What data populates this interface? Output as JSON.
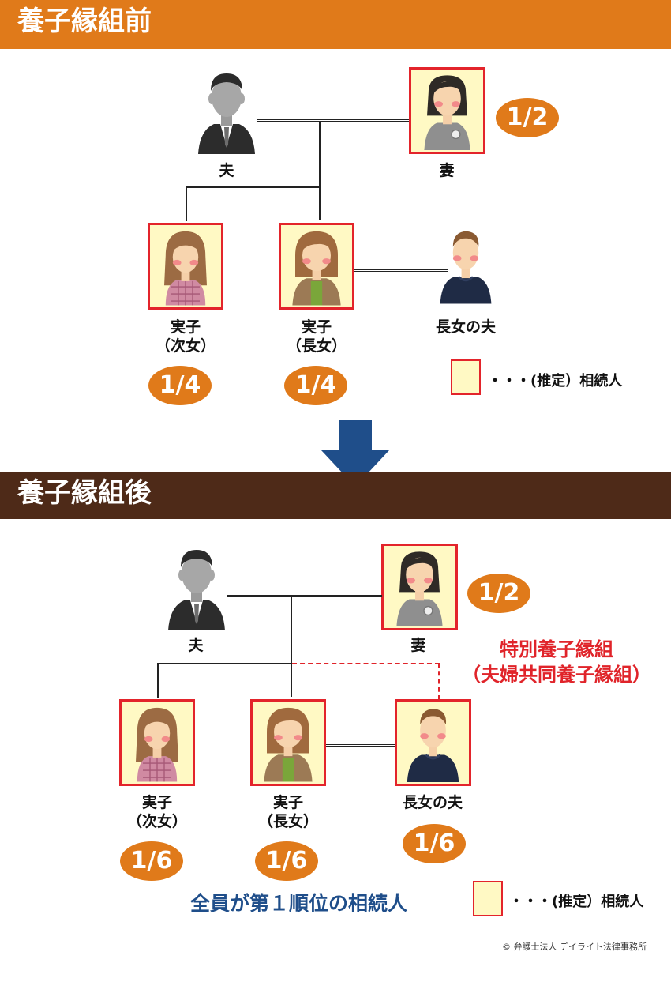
{
  "before": {
    "title": "養子縁組前",
    "husband_label": "夫",
    "wife_label": "妻",
    "wife_share": "1/2",
    "second_daughter_label_1": "実子",
    "second_daughter_label_2": "（次女）",
    "second_daughter_share": "1/4",
    "eldest_daughter_label_1": "実子",
    "eldest_daughter_label_2": "（長女）",
    "eldest_daughter_share": "1/4",
    "son_in_law_label": "長女の夫",
    "legend_text": "・・・(推定）相続人"
  },
  "after": {
    "title": "養子縁組後",
    "husband_label": "夫",
    "wife_label": "妻",
    "wife_share": "1/2",
    "special_adoption_line1": "特別養子縁組",
    "special_adoption_line2": "（夫婦共同養子縁組）",
    "second_daughter_label_1": "実子",
    "second_daughter_label_2": "（次女）",
    "second_daughter_share": "1/6",
    "eldest_daughter_label_1": "実子",
    "eldest_daughter_label_2": "（長女）",
    "eldest_daughter_share": "1/6",
    "son_in_law_label": "長女の夫",
    "son_in_law_share": "1/6",
    "summary": "全員が第１順位の相続人",
    "legend_text": "・・・(推定）相続人"
  },
  "copyright": "© 弁護士法人 デイライト法律事務所",
  "colors": {
    "orange": "#e07a1a",
    "brown": "#4e2a18",
    "frame_red": "#e3242b",
    "frame_fill": "#fff9c4",
    "arrow_blue": "#1f4e8a"
  }
}
